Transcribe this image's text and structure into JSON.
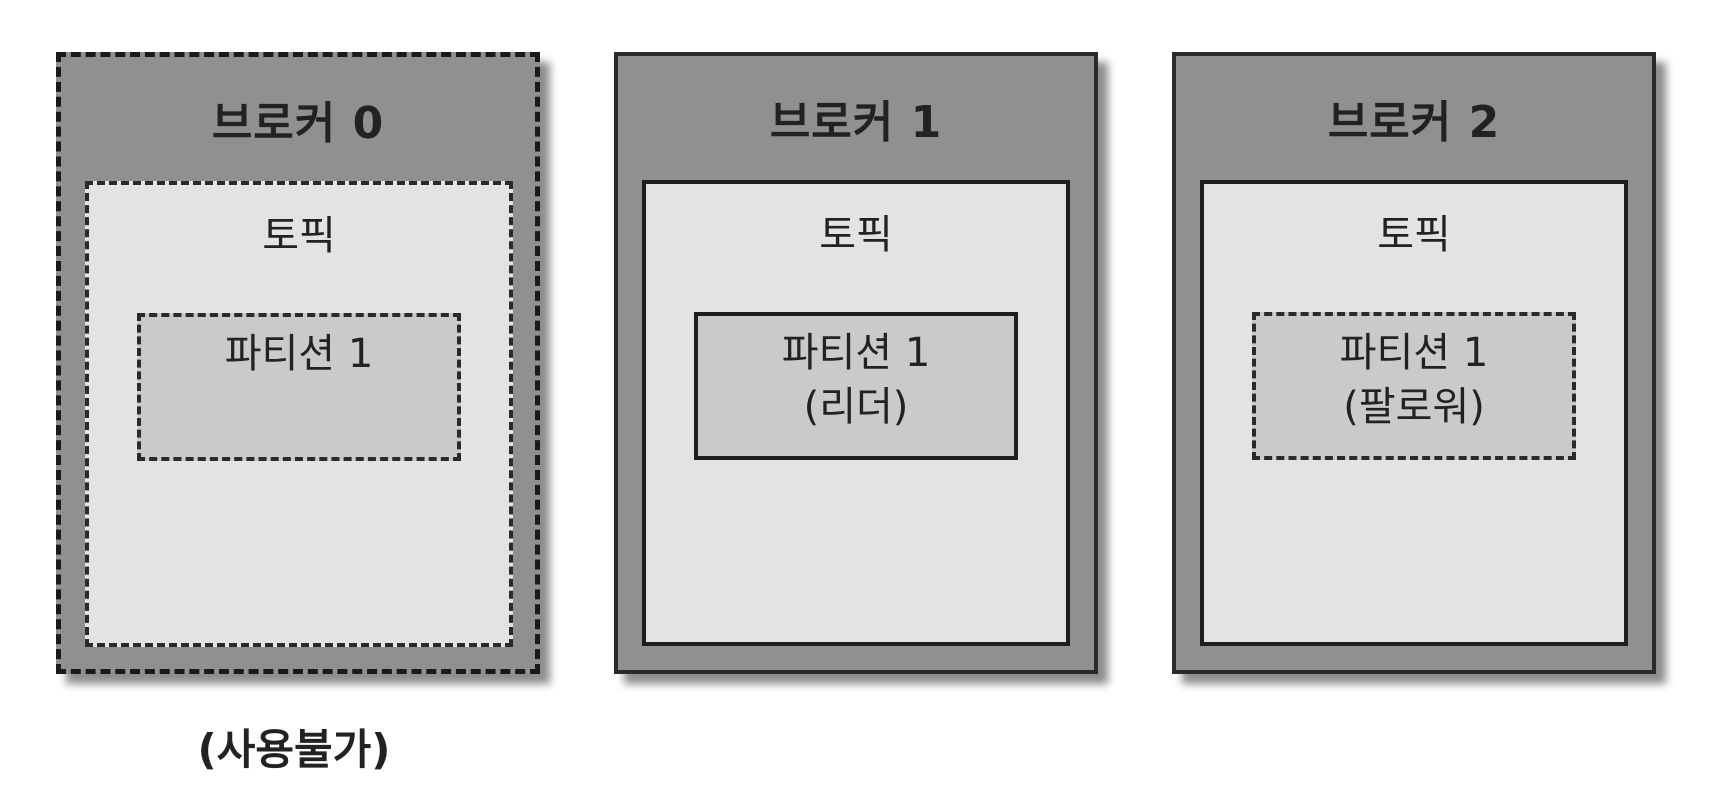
{
  "brokers": [
    {
      "title": "브로커 0",
      "topic": "토픽",
      "partition": "파티션 1",
      "role": "",
      "status": "(사용불가)"
    },
    {
      "title": "브로커 1",
      "topic": "토픽",
      "partition": "파티션 1",
      "role": "(리더)"
    },
    {
      "title": "브로커 2",
      "topic": "토픽",
      "partition": "파티션 1",
      "role": "(팔로워)"
    }
  ],
  "colors": {
    "broker_fill": "#8f9092",
    "topic_fill": "#e3e3e3",
    "partition_fill": "#c9cacc",
    "border": "#1e1e1e",
    "text": "#222222"
  }
}
